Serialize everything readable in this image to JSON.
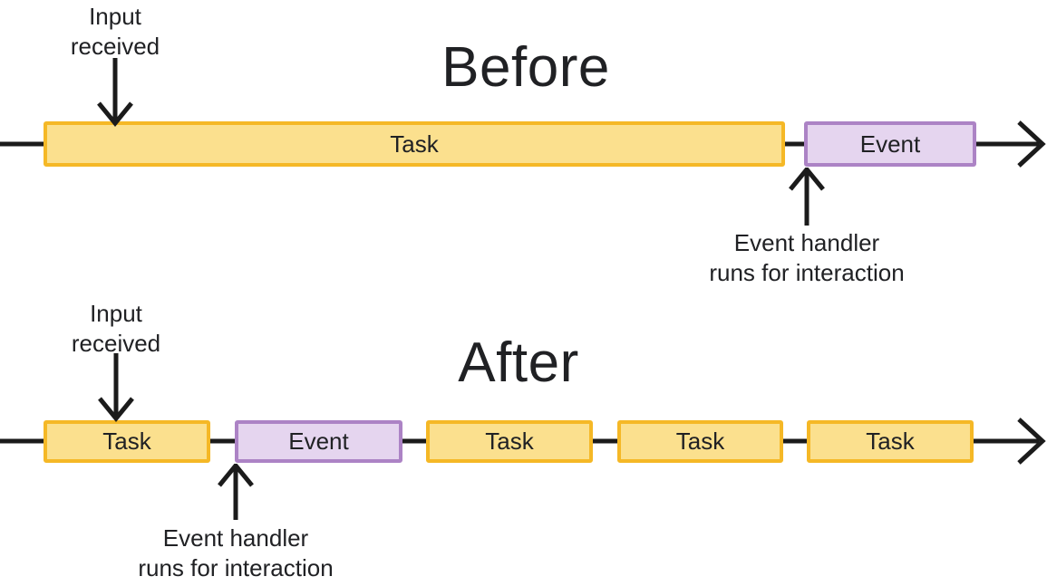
{
  "colors": {
    "background": "#ffffff",
    "text": "#202124",
    "line": "#1b1b1b",
    "task-fill": "#FBE08E",
    "task-border": "#F5B826",
    "event-fill": "#E5D5EF",
    "event-border": "#AC83C5"
  },
  "before": {
    "title": "Before",
    "input_label": "Input\nreceived",
    "handler_label": "Event handler\nruns for interaction",
    "bars": [
      {
        "kind": "task",
        "label": "Task"
      },
      {
        "kind": "event",
        "label": "Event"
      }
    ]
  },
  "after": {
    "title": "After",
    "input_label": "Input\nreceived",
    "handler_label": "Event handler\nruns for interaction",
    "bars": [
      {
        "kind": "task",
        "label": "Task"
      },
      {
        "kind": "event",
        "label": "Event"
      },
      {
        "kind": "task",
        "label": "Task"
      },
      {
        "kind": "task",
        "label": "Task"
      },
      {
        "kind": "task",
        "label": "Task"
      }
    ]
  }
}
